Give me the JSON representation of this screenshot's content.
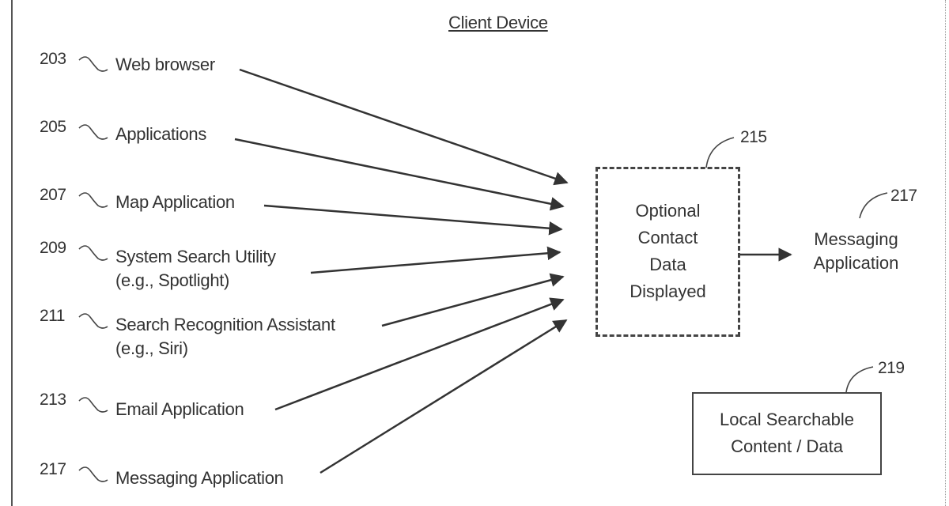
{
  "diagram": {
    "title": "Client Device",
    "sources": [
      {
        "ref": "203",
        "lines": [
          "Web browser"
        ]
      },
      {
        "ref": "205",
        "lines": [
          "Applications"
        ]
      },
      {
        "ref": "207",
        "lines": [
          "Map Application"
        ]
      },
      {
        "ref": "209",
        "lines": [
          "System Search Utility",
          "(e.g., Spotlight)"
        ]
      },
      {
        "ref": "211",
        "lines": [
          "Search Recognition Assistant",
          "(e.g., Siri)"
        ]
      },
      {
        "ref": "213",
        "lines": [
          "Email Application"
        ]
      },
      {
        "ref": "217",
        "lines": [
          "Messaging Application"
        ]
      }
    ],
    "central_box": {
      "ref": "215",
      "lines": [
        "Optional",
        "Contact",
        "Data",
        "Displayed"
      ]
    },
    "output_node": {
      "ref": "217",
      "lines": [
        "Messaging",
        "Application"
      ]
    },
    "local_box": {
      "ref": "219",
      "lines": [
        "Local Searchable",
        "Content / Data"
      ]
    }
  }
}
